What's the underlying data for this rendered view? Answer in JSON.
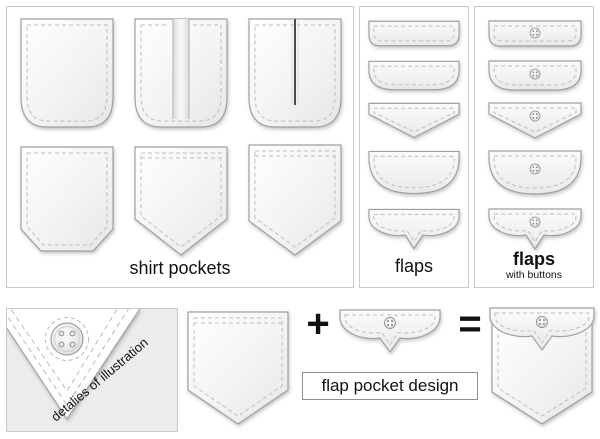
{
  "sections": {
    "shirt_pockets": {
      "label": "shirt pockets",
      "items": [
        "pocket-plain-rounded",
        "pocket-box-pleat",
        "pocket-center-slit",
        "pocket-chamfered",
        "pocket-pointed",
        "pocket-pointed-stitched"
      ]
    },
    "flaps": {
      "label": "flaps",
      "items": [
        "flap-rounded-corners",
        "flap-curved",
        "flap-pointed",
        "flap-round",
        "flap-scalloped-point"
      ]
    },
    "flaps_with_buttons": {
      "label": "flaps",
      "sublabel": "with buttons",
      "items": [
        "flap-rounded-corners-button",
        "flap-curved-button",
        "flap-pointed-button",
        "flap-round-button",
        "flap-scalloped-point-button"
      ]
    }
  },
  "detail": {
    "label": "detalies of illustration"
  },
  "formula": {
    "plus": "+",
    "equals": "=",
    "caption": "flap pocket design"
  },
  "colors": {
    "outline": "#a0a0a0",
    "stitch": "#bdbdbd",
    "fill_light": "#ffffff",
    "fill_shade": "#e7e7e7",
    "panel_border": "#c9c9c9",
    "detail_background": "#ececec",
    "background": "#ffffff"
  }
}
